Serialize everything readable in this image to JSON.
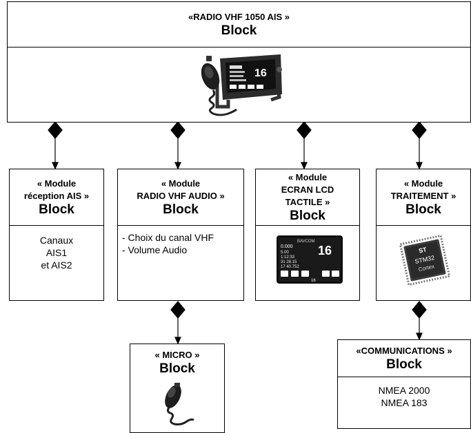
{
  "main_block": {
    "stereotype": "«RADIO VHF 1050 AIS »",
    "kind": "Block",
    "image": "vhf-radio-with-handset"
  },
  "modules": [
    {
      "stereotype": "« Module\nréception AIS »",
      "kind": "Block",
      "body": "Canaux\nAIS1\net AIS2"
    },
    {
      "stereotype": "« Module\nRADIO VHF AUDIO »",
      "kind": "Block",
      "items": [
        "- Choix du canal VHF",
        "- Volume Audio"
      ]
    },
    {
      "stereotype": "« Module\nECRAN LCD\nTACTILE »",
      "kind": "Block",
      "image": "lcd-touch-screen",
      "screen": {
        "brand": "BAVCOM",
        "channel": "16",
        "values": [
          "0.000",
          "5.00",
          "1:12:33",
          "31 28.15",
          "17 40.752",
          "16"
        ]
      }
    },
    {
      "stereotype": "« Module\nTRAITEMENT »",
      "kind": "Block",
      "image": "stm32-cortex-chip",
      "chip": {
        "line1": "STM32",
        "line2": "Cortex"
      }
    }
  ],
  "sub_blocks": [
    {
      "stereotype": "« MICRO »",
      "kind": "Block",
      "image": "handheld-microphone"
    },
    {
      "stereotype": "«COMMUNICATIONS »",
      "kind": "Block",
      "body": "NMEA 2000\nNMEA 183"
    }
  ],
  "colors": {
    "line": "#000000",
    "background": "#ffffff"
  }
}
